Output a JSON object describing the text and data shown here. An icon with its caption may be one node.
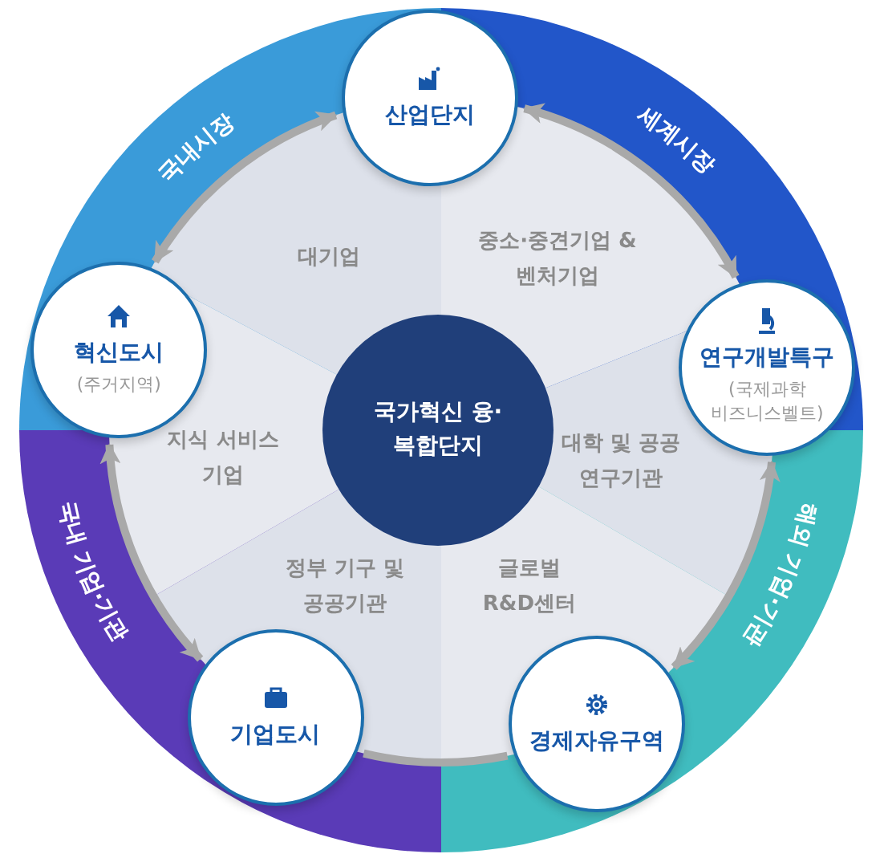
{
  "diagram": {
    "nodes": [
      {
        "text": [
          "산업단지"
        ]
      },
      {
        "text": [
          "혁신도시",
          "(주거지역)"
        ]
      },
      {
        "text": [
          "연구개발특구",
          "(국제과학 비즈니스벨트)"
        ]
      },
      {
        "text": [
          "국가혁신 융·복합단지"
        ]
      },
      {
        "text": [
          "기업도시"
        ]
      },
      {
        "text": [
          "경제자유구역"
        ]
      }
    ],
    "edges": [
      {
        "from": 1,
        "to": 0,
        "arrow": "both"
      },
      {
        "from": 0,
        "to": 2,
        "arrow": "both"
      },
      {
        "from": 2,
        "to": 5,
        "arrow": "both"
      },
      {
        "from": 5,
        "to": 4,
        "arrow": "none"
      },
      {
        "from": 4,
        "to": 1,
        "arrow": "both"
      }
    ],
    "labels": [
      "국내시장",
      "세계시장",
      "대기업",
      "중소·중견기업 & 벤처기업",
      "지식 서비스 기업",
      "대학 및 공공 연구기관",
      "국내 기업·기관",
      "해외 기업·기관",
      "정부 기구 및 공공기관",
      "글로벌 R&D센터"
    ]
  }
}
